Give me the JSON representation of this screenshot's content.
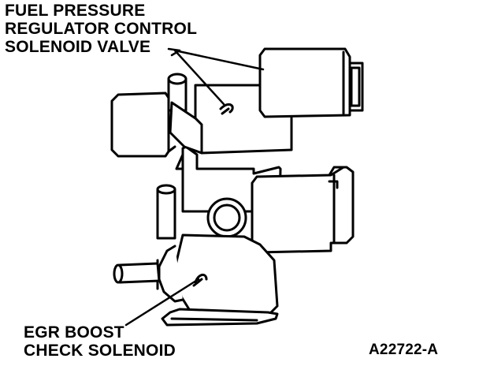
{
  "labels": {
    "fuel_pressure_regulator": {
      "line1": "FUEL PRESSURE",
      "line2": "REGULATOR CONTROL",
      "line3": "SOLENOID VALVE"
    },
    "egr_boost_check": {
      "line1": "EGR BOOST",
      "line2": "CHECK SOLENOID"
    },
    "figure_id": "A22722-A"
  },
  "colors": {
    "ink": "#000000",
    "paper": "#ffffff"
  }
}
